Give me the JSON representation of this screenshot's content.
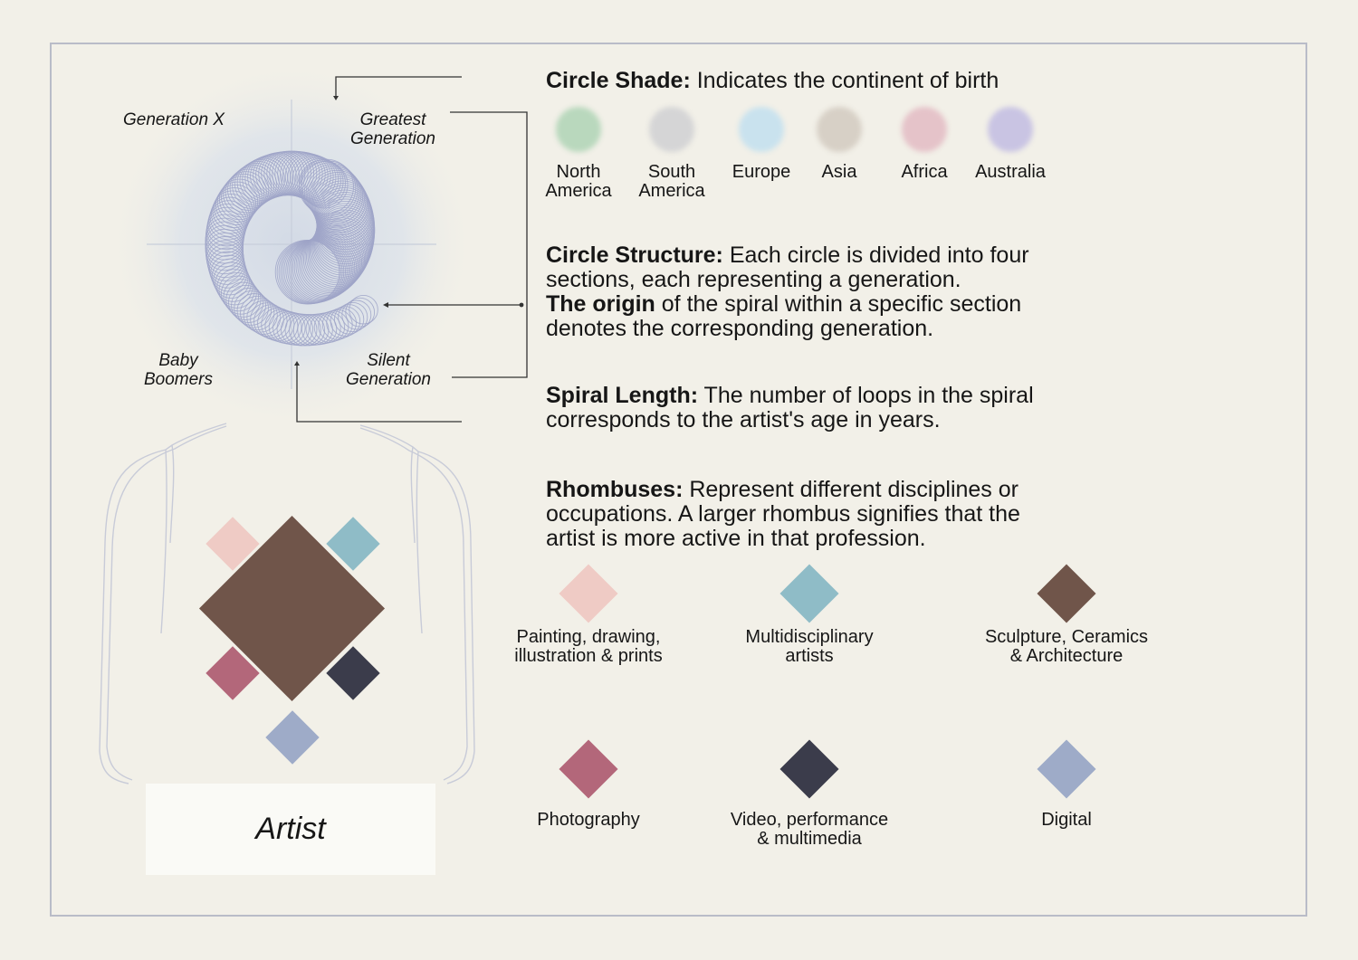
{
  "generations": {
    "top_left": "Generation X",
    "top_right": "Greatest\nGeneration",
    "bottom_left": "Baby\nBoomers",
    "bottom_right": "Silent\nGeneration"
  },
  "circle_shade": {
    "heading": "Circle Shade:",
    "text": " Indicates the continent of birth",
    "continents": [
      {
        "label": "North\nAmerica",
        "color": "#b9d8bd"
      },
      {
        "label": "South\nAmerica",
        "color": "#d5d5d6"
      },
      {
        "label": "Europe",
        "color": "#c9e2ee"
      },
      {
        "label": "Asia",
        "color": "#d7d0c6"
      },
      {
        "label": "Africa",
        "color": "#e5c3c9"
      },
      {
        "label": "Australia",
        "color": "#c9c4e3"
      }
    ]
  },
  "circle_structure": {
    "heading": "Circle Structure:",
    "text": " Each circle is divided into four sections, each representing a generation.",
    "heading2": "The origin",
    "text2": " of the spiral within a specific section denotes the corresponding generation."
  },
  "spiral_length": {
    "heading": "Spiral Length:",
    "text": " The number of loops in the spiral corresponds to the artist's age in years."
  },
  "rhombuses": {
    "heading": "Rhombuses:",
    "text": " Represent different disciplines or occupations. A larger rhombus signifies that the artist is more active in that profession.",
    "disciplines": [
      {
        "label": "Painting, drawing,\nillustration & prints",
        "color": "#efcbc5"
      },
      {
        "label": "Multidisciplinary\nartists",
        "color": "#8fbcc7"
      },
      {
        "label": "Sculpture, Ceramics\n& Architecture",
        "color": "#70554a"
      },
      {
        "label": "Photography",
        "color": "#b3677a"
      },
      {
        "label": "Video, performance\n& multimedia",
        "color": "#3b3c4b"
      },
      {
        "label": "Digital",
        "color": "#9eabc8"
      }
    ]
  },
  "artist_label": "Artist",
  "colors": {
    "background": "#f2f0e8",
    "frame": "#b9bcc8",
    "spiral": "#9fa4c8",
    "glow": "#d6dde8"
  }
}
